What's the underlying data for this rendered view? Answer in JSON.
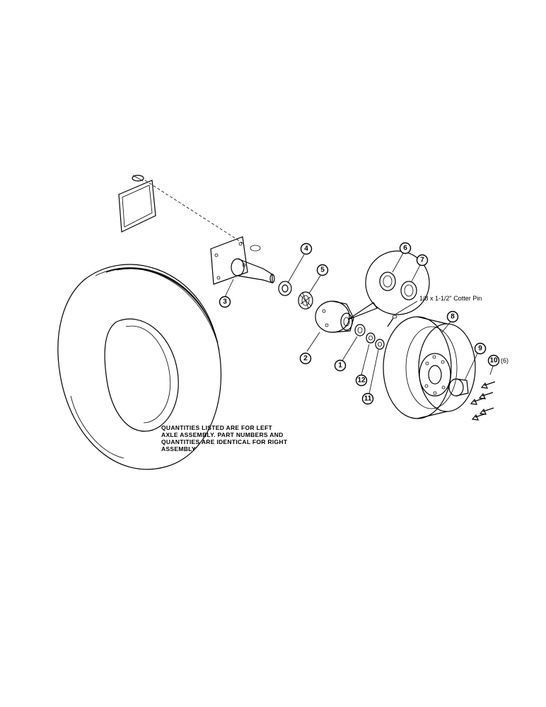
{
  "callouts": {
    "c1": "1",
    "c2": "2",
    "c3": "3",
    "c4": "4",
    "c5": "5",
    "c6": "6",
    "c7": "7",
    "c8": "8",
    "c9": "9",
    "c10": "10",
    "c11": "11",
    "c12": "12"
  },
  "labels": {
    "quantity_10": "(6)",
    "cotter_pin": "1/8 x 1-1/2\" Cotter Pin"
  },
  "note": {
    "line1": "QUANTITIES LISTED ARE FOR LEFT",
    "line2": "AXLE ASSEMBLY. PART NUMBERS AND",
    "line3": "QUANTITIES ARE IDENTICAL FOR RIGHT",
    "line4": "ASSEMBLY"
  }
}
